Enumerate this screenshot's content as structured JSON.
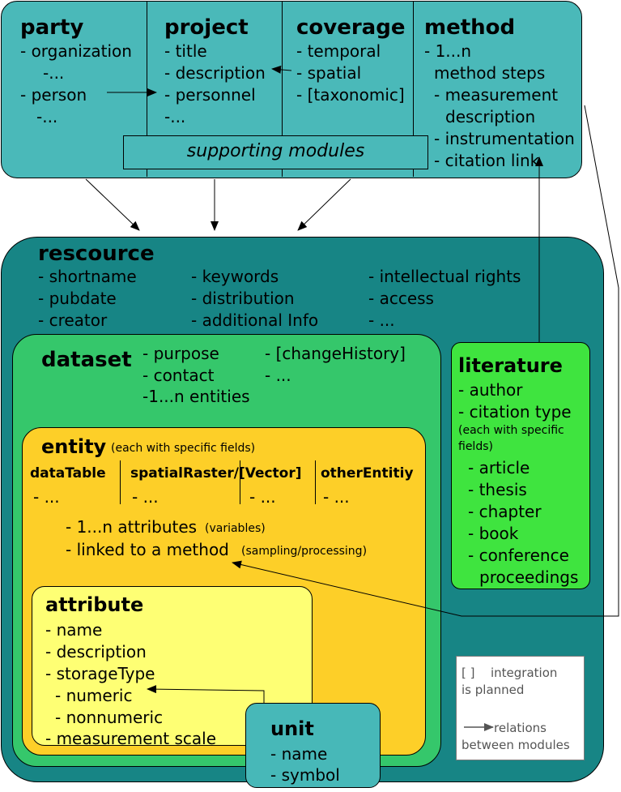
{
  "colors": {
    "top_panel": "#4ab9b9",
    "resource": "#178585",
    "dataset": "#35c76b",
    "entity": "#fdcf28",
    "attribute": "#feff74",
    "unit": "#47b8b8",
    "literature": "#3fe43f",
    "legend": "#ffffff"
  },
  "top": {
    "party": {
      "title": "party",
      "items": [
        "- organization",
        "-...",
        "- person",
        "-..."
      ]
    },
    "project": {
      "title": "project",
      "items": [
        "- title",
        "- description",
        "- personnel",
        "-..."
      ]
    },
    "coverage": {
      "title": "coverage",
      "items": [
        "- temporal",
        "- spatial",
        "- [taxonomic]"
      ]
    },
    "method": {
      "title": "method",
      "items": [
        "- 1...n",
        "method steps",
        "- measurement",
        "description",
        "- instrumentation",
        "- citation link"
      ]
    },
    "supporting": "supporting modules"
  },
  "resource": {
    "title": "rescource",
    "col1": [
      "- shortname",
      "- pubdate",
      "- creator"
    ],
    "col2": [
      "- keywords",
      "- distribution",
      "- additional Info"
    ],
    "col3": [
      "- intellectual rights",
      "- access",
      "- ..."
    ]
  },
  "dataset": {
    "title": "dataset",
    "col1": [
      "- purpose",
      "- contact",
      "-1...n entities"
    ],
    "col2": [
      "- [changeHistory]",
      "- ..."
    ]
  },
  "entity": {
    "title": "entity",
    "note": "(each with specific fields)",
    "types": [
      {
        "name": "dataTable",
        "items": "- ..."
      },
      {
        "name": "spatialRaster/[Vector]",
        "items": "- ..."
      },
      {
        "name": "",
        "items": "- ..."
      },
      {
        "name": "otherEntitiy",
        "items": "- ..."
      }
    ],
    "line1": "- 1...n attributes",
    "line1_note": "(variables)",
    "line2": "- linked to a method",
    "line2_note": "(sampling/processing)"
  },
  "attribute": {
    "title": "attribute",
    "items": [
      "- name",
      "- description",
      "- storageType",
      "- numeric",
      "- nonnumeric",
      "- measurement scale"
    ]
  },
  "unit": {
    "title": "unit",
    "items": [
      "- name",
      "- symbol"
    ]
  },
  "literature": {
    "title": "literature",
    "items": [
      "- author",
      "- citation type"
    ],
    "note1": "(each with specific",
    "note2": "fields)",
    "subitems": [
      "- article",
      "- thesis",
      "- chapter",
      "- book",
      "- conference",
      "proceedings"
    ]
  },
  "legend": {
    "line1_bracket": "[ ]",
    "line1_text": "integration",
    "line2": "is planned",
    "line3": "relations",
    "line4": "between modules"
  }
}
